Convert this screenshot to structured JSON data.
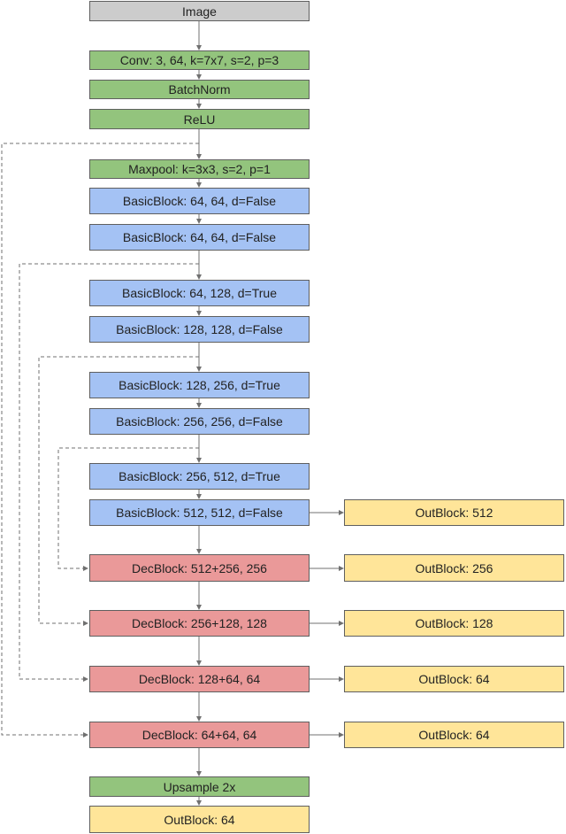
{
  "diagram": {
    "input": "Image",
    "stem": [
      "Conv: 3, 64, k=7x7, s=2, p=3",
      "BatchNorm",
      "ReLU",
      "Maxpool: k=3x3, s=2, p=1"
    ],
    "encoder": [
      "BasicBlock: 64, 64, d=False",
      "BasicBlock: 64, 64, d=False",
      "BasicBlock: 64, 128, d=True",
      "BasicBlock: 128, 128, d=False",
      "BasicBlock: 128, 256, d=True",
      "BasicBlock: 256, 256, d=False",
      "BasicBlock: 256, 512, d=True",
      "BasicBlock: 512, 512, d=False"
    ],
    "decoder": [
      "DecBlock: 512+256, 256",
      "DecBlock: 256+128, 128",
      "DecBlock: 128+64, 64",
      "DecBlock: 64+64, 64"
    ],
    "head": [
      "Upsample 2x",
      "OutBlock: 64"
    ],
    "outputs": [
      "OutBlock: 512",
      "OutBlock: 256",
      "OutBlock: 128",
      "OutBlock: 64",
      "OutBlock: 64"
    ],
    "colors": {
      "input": "#cccccc",
      "layer": "#93c47d",
      "basic_block": "#a4c2f4",
      "dec_block": "#ea9999",
      "out_block": "#ffe599",
      "edge": "#707070"
    }
  }
}
